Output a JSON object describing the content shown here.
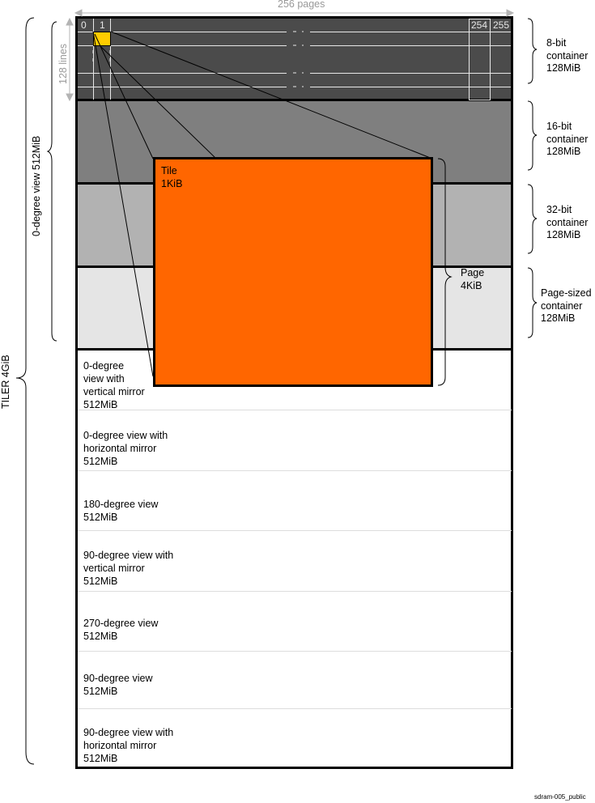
{
  "top_axis": {
    "label": "256 pages"
  },
  "left_axis": {
    "lines_label": "128 lines",
    "view_label": "0-degree view 512MiB",
    "tiler_label": "TILER 4GiB"
  },
  "pages": {
    "first": "0",
    "second": "1",
    "second_last": "254",
    "last": "255"
  },
  "containers": [
    {
      "label": "8-bit\ncontainer\n128MiB",
      "color": "#4b4b4b"
    },
    {
      "label": "16-bit\ncontainer\n128MiB",
      "color": "#7f7f7f"
    },
    {
      "label": "32-bit\ncontainer\n128MiB",
      "color": "#b2b2b2"
    },
    {
      "label": "Page-sized\ncontainer\n128MiB",
      "color": "#e5e5e5"
    }
  ],
  "tile": {
    "label": "Tile\n1KiB",
    "color": "#ff6600",
    "highlight_color": "#ffcc00"
  },
  "page": {
    "label": "Page\n4KiB"
  },
  "views": [
    {
      "label": "0-degree\nview with\nvertical mirror\n512MiB"
    },
    {
      "label": "0-degree view with\nhorizontal mirror\n512MiB"
    },
    {
      "label": "180-degree view\n512MiB"
    },
    {
      "label": "90-degree view with\nvertical mirror\n512MiB"
    },
    {
      "label": "270-degree view\n512MiB"
    },
    {
      "label": "90-degree view\n512MiB"
    },
    {
      "label": "90-degree view with\nhorizontal mirror\n512MiB"
    }
  ],
  "footer": {
    "figure_id": "sdram-005_public"
  }
}
